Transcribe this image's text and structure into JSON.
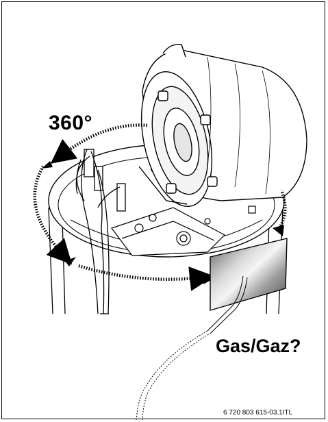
{
  "labels": {
    "rotation": "360°",
    "gas_question": "Gas/Gaz?",
    "figure_code": "6 720 803 615-03.1ITL"
  },
  "colors": {
    "line": "#000000",
    "background": "#ffffff",
    "mirror_dark": "#6e6e6e",
    "mirror_light": "#e8e8e8"
  }
}
